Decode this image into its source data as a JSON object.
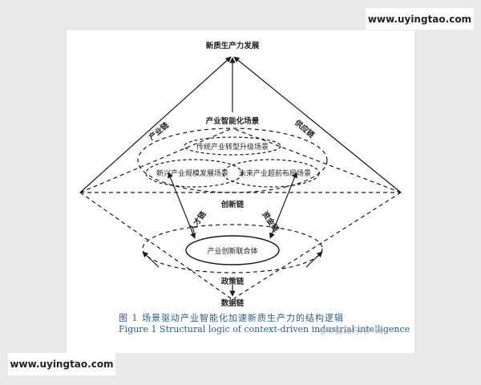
{
  "watermarks": {
    "top_right": "www.uyingtao.com",
    "bottom_left": "www.uyingtao.com",
    "weibo": "@中国政府门户网"
  },
  "diagram": {
    "apex": "新质生产力发展",
    "industry_chain": "产业链",
    "supply_chain": "供应链",
    "intelligent_scenario": "产业智能化场景",
    "traditional_upgrade": "传统产业转型升级场景",
    "emerging_scale": "新兴产业规模发展场景",
    "future_layout": "未来产业超前布局场景",
    "innovation_chain": "创新链",
    "talent_chain": "人才链",
    "capital_chain": "资金链",
    "innovation_consortium": "产业创新联合体",
    "policy_chain": "政策链",
    "data_chain": "数据链"
  },
  "caption": {
    "cn": "图 1   场景驱动产业智能化加速新质生产力的结构逻辑",
    "en": "Figure 1    Structural logic of context-driven industrial intelligence"
  },
  "colors": {
    "line": "#1a1a1a",
    "caption": "#2a5d8f",
    "background": "#e9e9e9"
  }
}
